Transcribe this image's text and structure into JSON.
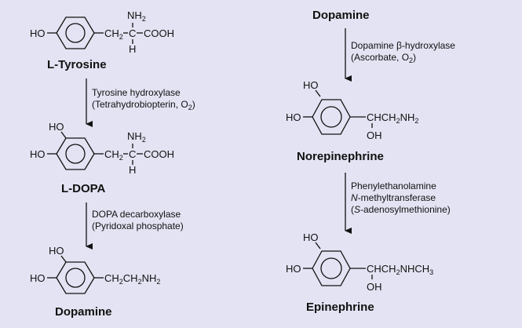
{
  "background": "#e3e3f3",
  "compounds": {
    "tyrosine": {
      "name": "L-Tyrosine",
      "ho": "HO",
      "nh2": "NH",
      "h": "H",
      "cooh": "COOH",
      "ch2": "CH",
      "c": "C"
    },
    "dopa": {
      "name": "L-DOPA",
      "ho_top": "HO",
      "ho": "HO",
      "nh2": "NH",
      "h": "H",
      "cooh": "COOH",
      "ch2": "CH",
      "c": "C"
    },
    "dopamine_left": {
      "name": "Dopamine",
      "ho_top": "HO",
      "ho": "HO",
      "chain": "CH"
    },
    "dopamine_right": {
      "name": "Dopamine"
    },
    "norepinephrine": {
      "name": "Norepinephrine",
      "ho_top": "HO",
      "ho": "HO",
      "chain": "CHCH",
      "oh": "OH"
    },
    "epinephrine": {
      "name": "Epinephrine",
      "ho_top": "HO",
      "ho": "HO",
      "chain": "CHCH",
      "oh": "OH"
    }
  },
  "steps": {
    "step1": {
      "enzyme": "Tyrosine hydroxylase",
      "cofactor": "(Tetrahydrobiopterin, O"
    },
    "step2": {
      "enzyme": "DOPA decarboxylase",
      "cofactor": "(Pyridoxal phosphate)"
    },
    "step3": {
      "enzyme": "Dopamine β-hydroxylase",
      "cofactor": "(Ascorbate, O"
    },
    "step4": {
      "enzyme_line1": "Phenylethanolamine",
      "enzyme_line2_italic": "N",
      "enzyme_line2": "-methyltransferase",
      "cofactor_open": "(",
      "cofactor_italic": "S",
      "cofactor": "-adenosylmethionine)"
    }
  }
}
